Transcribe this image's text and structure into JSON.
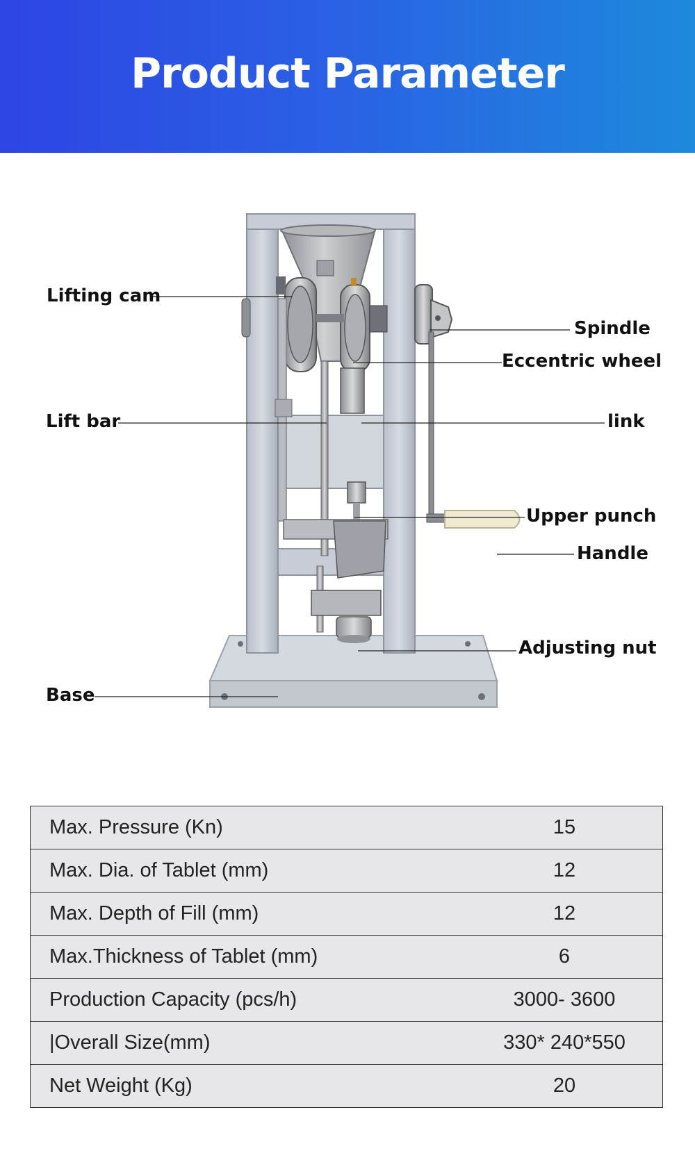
{
  "header": {
    "title": "Product Parameter"
  },
  "callouts": {
    "lifting_cam": "Lifting cam",
    "spindle": "Spindle",
    "eccentric_wheel": "Eccentric wheel",
    "lift_bar": "Lift bar",
    "link": "link",
    "upper_punch": "Upper punch",
    "handle": "Handle",
    "adjusting_nut": "Adjusting nut",
    "base": "Base"
  },
  "specs": [
    {
      "label": "Max. Pressure (Kn)",
      "value": "15"
    },
    {
      "label": "Max. Dia. of Tablet (mm)",
      "value": "12"
    },
    {
      "label": "Max. Depth of Fill (mm)",
      "value": "12"
    },
    {
      "label": "Max.Thickness of Tablet (mm)",
      "value": "6"
    },
    {
      "label": "Production Capacity (pcs/h)",
      "value": "3000- 3600"
    },
    {
      "label": "|Overall Size(mm)",
      "value": "330* 240*550"
    },
    {
      "label": "Net Weight (Kg)",
      "value": "20"
    }
  ]
}
